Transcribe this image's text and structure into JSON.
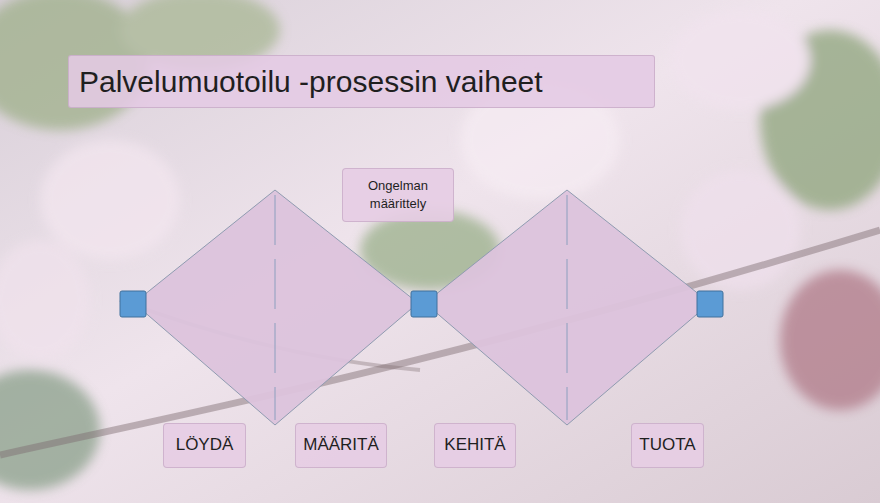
{
  "diagram": {
    "title": "Palvelumuotoilu -prosessin vaiheet",
    "nodes": [
      {
        "text": [
          "Ongelman määrittely"
        ]
      },
      {
        "text": [
          "LÖYDÄ"
        ]
      },
      {
        "text": [
          "MÄÄRITÄ"
        ]
      },
      {
        "text": [
          "KEHITÄ"
        ]
      },
      {
        "text": [
          "TUOTA"
        ]
      }
    ]
  }
}
